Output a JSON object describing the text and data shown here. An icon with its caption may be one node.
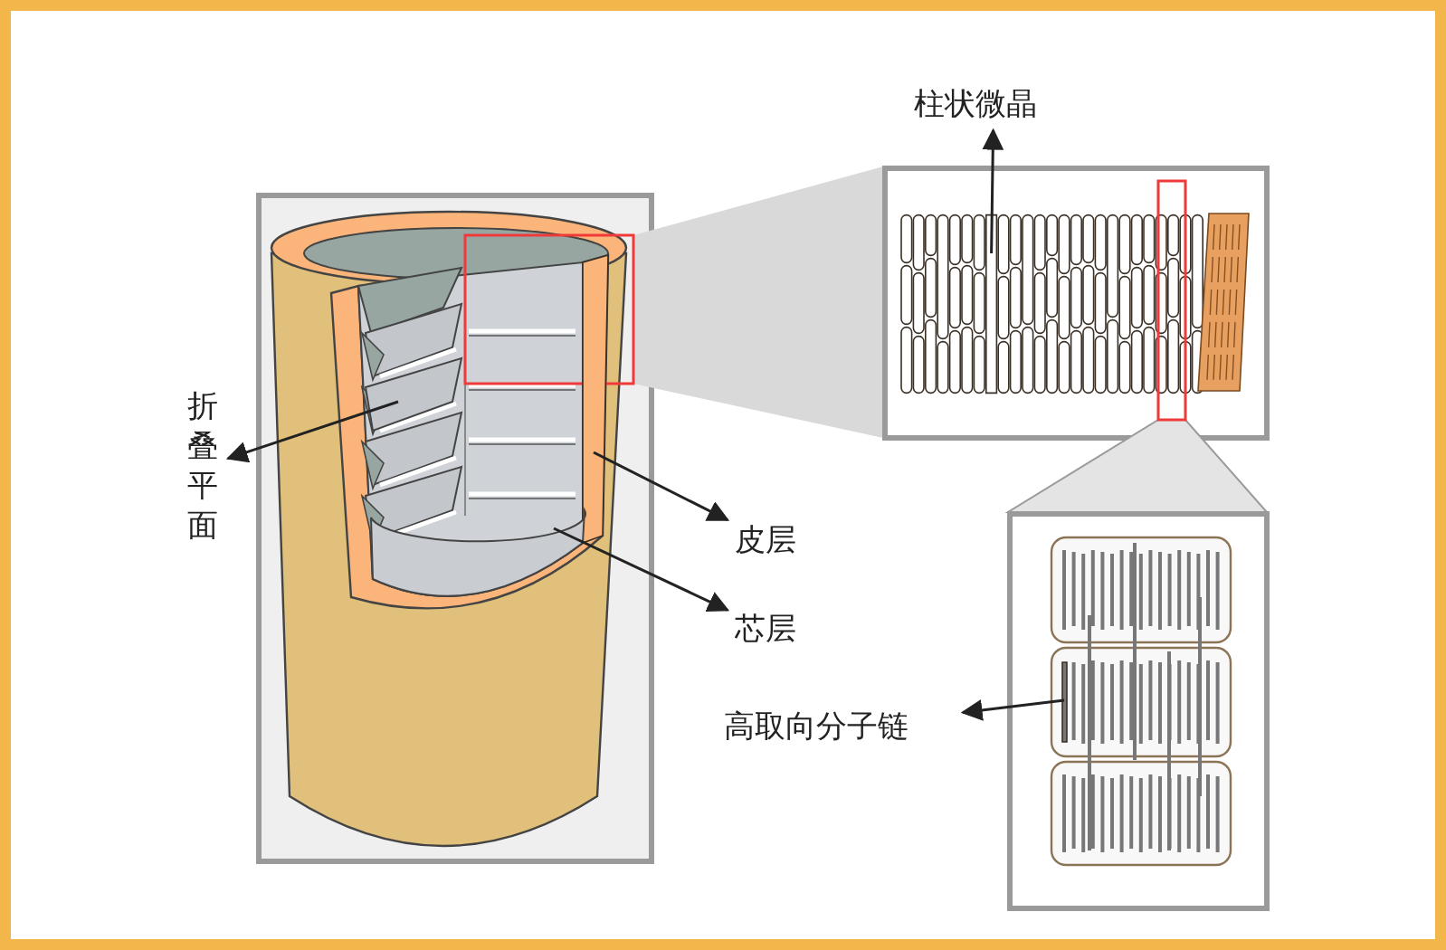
{
  "diagram": {
    "nodes": [
      {
        "text": [
          "柱状微晶"
        ]
      },
      {
        "text": [
          "折叠平面"
        ]
      },
      {
        "text": [
          "皮层"
        ]
      },
      {
        "text": [
          "芯层"
        ]
      },
      {
        "text": [
          "高取向分子链"
        ]
      },
      {
        "text": [],
        "shape": "box"
      },
      {
        "text": [],
        "shape": "bar"
      },
      {
        "text": [],
        "shape": "cylinder"
      },
      {
        "text": [],
        "shape": "bar"
      },
      {
        "text": [],
        "shape": "bar"
      }
    ],
    "edges": [
      {
        "from": 8,
        "to": 0,
        "arrow": "to"
      },
      {
        "from": 5,
        "to": 1,
        "arrow": "to"
      },
      {
        "from": 6,
        "to": 2,
        "arrow": "to"
      },
      {
        "from": 7,
        "to": 3,
        "arrow": "to"
      },
      {
        "from": 9,
        "to": 4,
        "arrow": "to"
      }
    ]
  }
}
